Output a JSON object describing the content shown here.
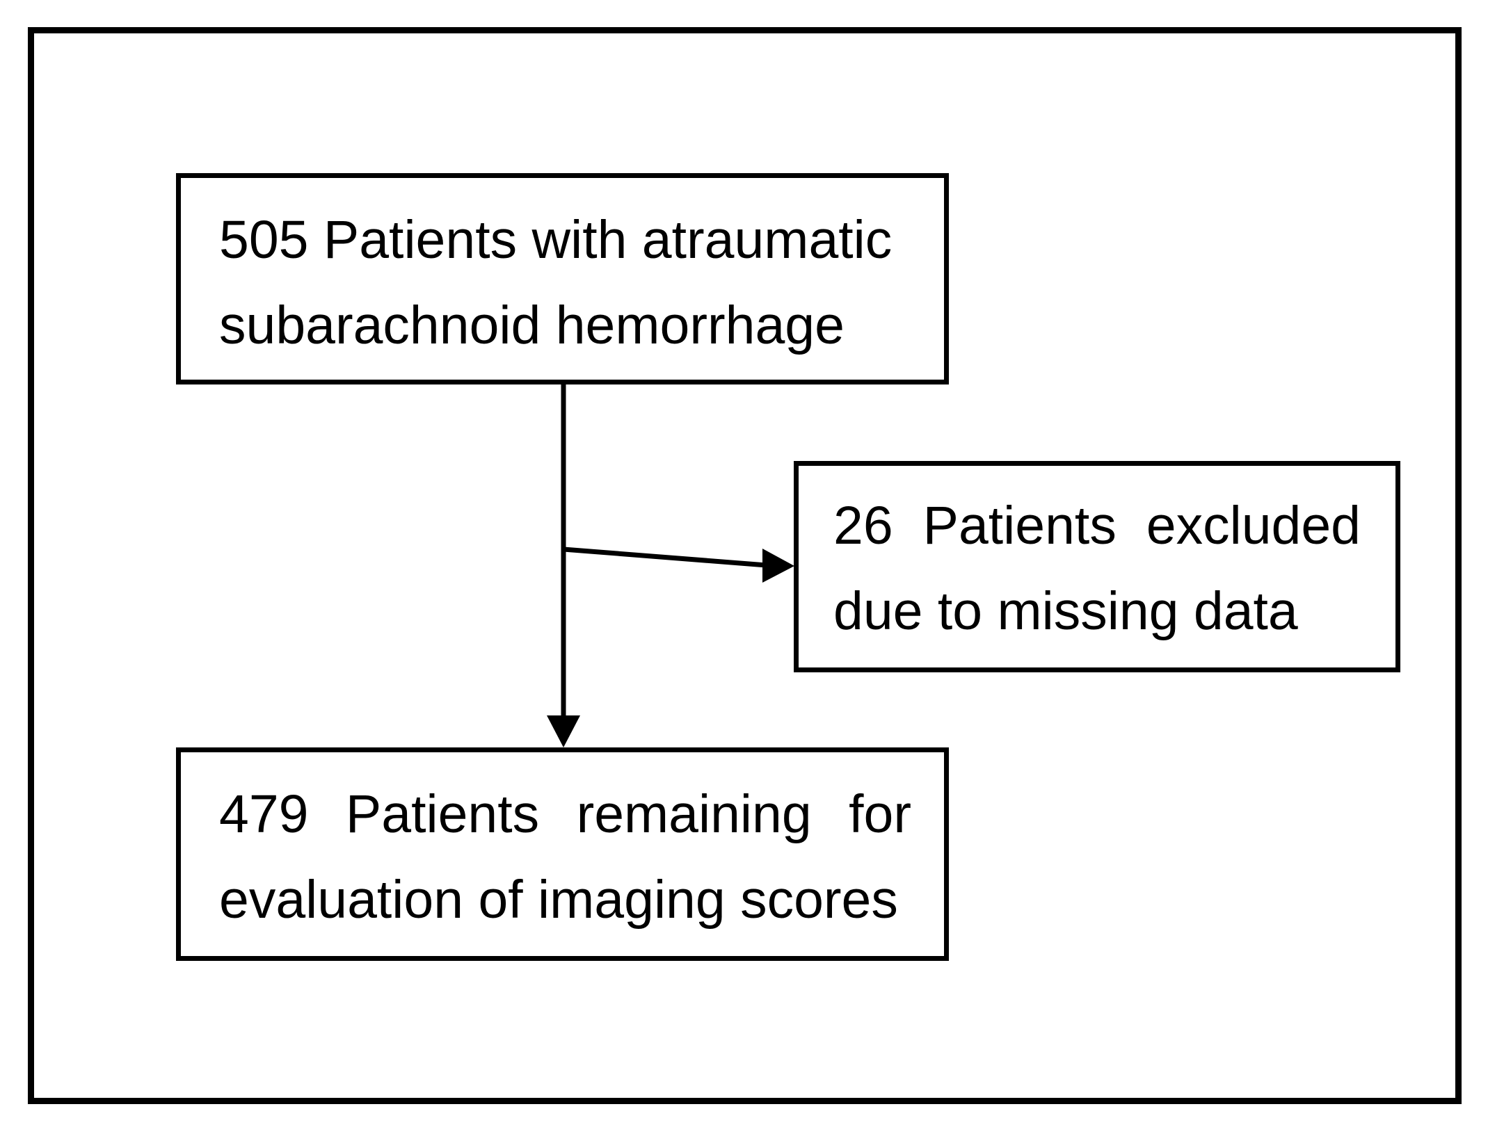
{
  "flow": {
    "box1": {
      "line1": "505 Patients with atraumatic",
      "line2": "subarachnoid hemorrhage"
    },
    "box2": {
      "line1": "26 Patients excluded",
      "line2": "due to missing data"
    },
    "box3": {
      "line1": "479 Patients remaining for",
      "line2": "evaluation of imaging scores"
    },
    "counts": {
      "initial_patients": 505,
      "excluded_patients": 26,
      "remaining_patients": 479
    },
    "colors": {
      "stroke": "#000000",
      "background": "#ffffff"
    }
  }
}
